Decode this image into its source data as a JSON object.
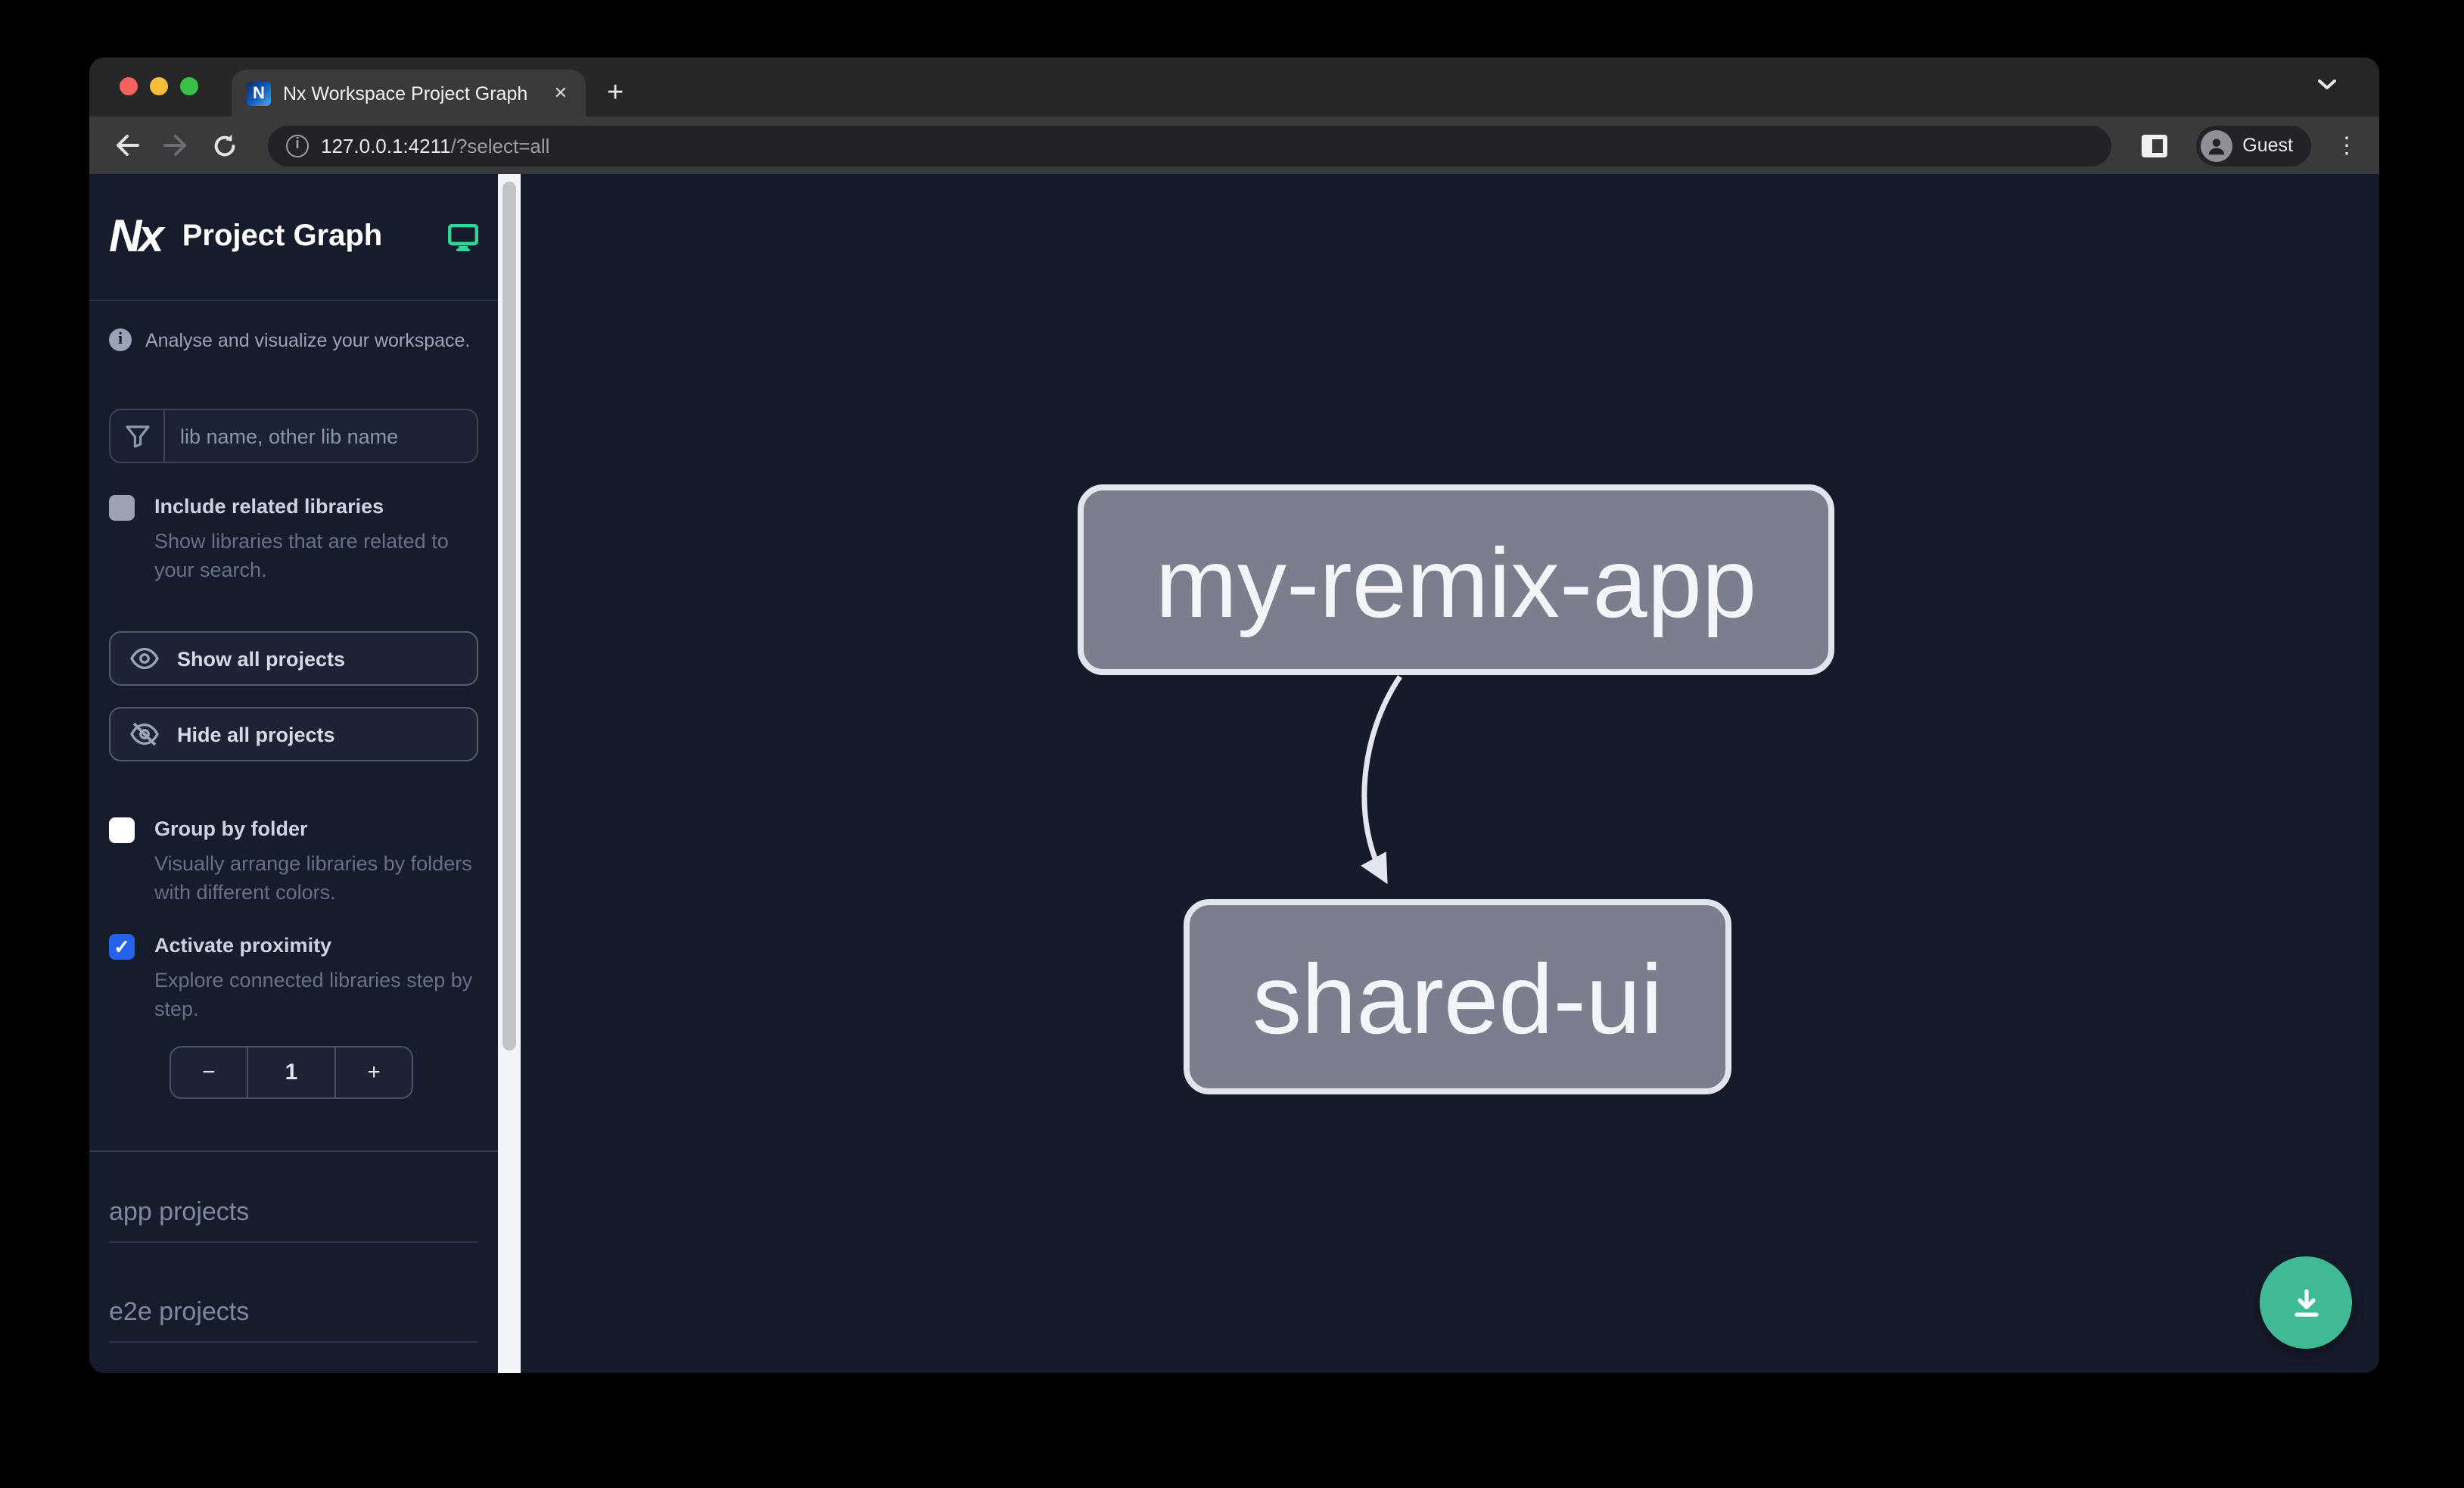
{
  "browser": {
    "tab": {
      "title": "Nx Workspace Project Graph"
    },
    "address": {
      "host": "127.0.0.1:4211",
      "path": "/?select=all"
    },
    "profile_label": "Guest"
  },
  "sidebar": {
    "brand": {
      "logo_text": "Nx",
      "title": "Project Graph"
    },
    "tagline": "Analyse and visualize your workspace.",
    "search": {
      "placeholder": "lib name, other lib name"
    },
    "include_related": {
      "label": "Include related libraries",
      "description": "Show libraries that are related to your search.",
      "checked": false
    },
    "actions": {
      "show_all": "Show all projects",
      "hide_all": "Hide all projects"
    },
    "group_by_folder": {
      "label": "Group by folder",
      "description": "Visually arrange libraries by folders with different colors.",
      "checked": false
    },
    "proximity": {
      "label": "Activate proximity",
      "description": "Explore connected libraries step by step.",
      "checked": true,
      "decrement_label": "−",
      "value": "1",
      "increment_label": "+"
    },
    "sections": [
      {
        "label": "app projects"
      },
      {
        "label": "e2e projects"
      }
    ]
  },
  "graph": {
    "nodes": [
      {
        "id": "my-remix-app"
      },
      {
        "id": "shared-ui"
      }
    ],
    "edges": [
      {
        "source": "my-remix-app",
        "target": "shared-ui"
      }
    ]
  },
  "icons": {
    "check": "✓",
    "new_tab": "+",
    "close_tab": "✕",
    "kebab": "⋮",
    "info": "i",
    "url_info": "i",
    "filter": "funnel",
    "eye": "eye",
    "eye_off": "eye-slash",
    "monitor": "desktop-monitor",
    "download": "arrow-down-tray",
    "avatar": "person",
    "back": "arrow-left",
    "forward": "arrow-right",
    "reload": "circular-arrow",
    "chevron_down": "chevron-down",
    "split_view": "side-panel"
  },
  "colors": {
    "accent_blue": "#2563eb",
    "fab_green": "#3ebb96",
    "brand_green": "#34d399",
    "node_fill": "#7a7e8d",
    "node_border": "#e2e5ee",
    "node_text": "#f4f5f9",
    "edge": "#e3e6ee",
    "canvas_bg": "#161b2b",
    "sidebar_bg": "#171c2d",
    "traffic_red": "#f5615c",
    "traffic_yellow": "#f6bd3b",
    "traffic_green": "#38c149"
  }
}
